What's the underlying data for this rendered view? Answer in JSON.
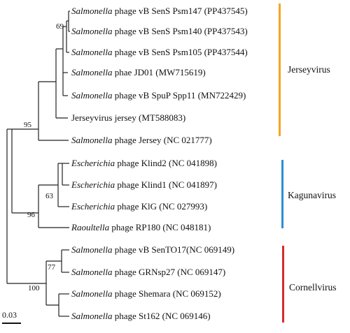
{
  "taxa": [
    {
      "genus": "Salmonella",
      "rest": "phage vB SenS Psm147 (PP437545)"
    },
    {
      "genus": "Salmonella",
      "rest": "phage vB SenS Psm140 (PP437543)"
    },
    {
      "genus": "Salmonella",
      "rest": "phage vB SenS Psm105 (PP437544)"
    },
    {
      "genus": "Salmonella",
      "rest": "phae JD01 (MW715619)"
    },
    {
      "genus": "Salmonella",
      "rest": "phage vB SpuP Spp11 (MN722429)"
    },
    {
      "genus": "",
      "rest": "Jerseyvirus jersey (MT588083)"
    },
    {
      "genus": "Salmonella",
      "rest": "phage Jersey (NC 021777)"
    },
    {
      "genus": "Escherichia",
      "rest": "phage Klind2 (NC 041898)"
    },
    {
      "genus": "Escherichia",
      "rest": "phage Klind1 (NC 041897)"
    },
    {
      "genus": "Escherichia",
      "rest": "phage KlG (NC 027993)"
    },
    {
      "genus": "Raoultella",
      "rest": "phage RP180 (NC 048181)"
    },
    {
      "genus": "Salmonella",
      "rest": "phage vB SenTO17(NC 069149)"
    },
    {
      "genus": "Salmonella",
      "rest": "phage GRNsp27 (NC 069147)"
    },
    {
      "genus": "Salmonella",
      "rest": "phage Shemara (NC 069152)"
    },
    {
      "genus": "Salmonella",
      "rest": "phage St162 (NC 069146)"
    }
  ],
  "bootstrap": [
    "69",
    "95",
    "63",
    "96",
    "77",
    "100"
  ],
  "clades": [
    {
      "name": "Jerseyvirus",
      "color": "#f5a623"
    },
    {
      "name": "Kagunavirus",
      "color": "#2b8fd6"
    },
    {
      "name": "Cornellvirus",
      "color": "#d62b2b"
    }
  ],
  "scale_bar": {
    "label": "0.03"
  }
}
